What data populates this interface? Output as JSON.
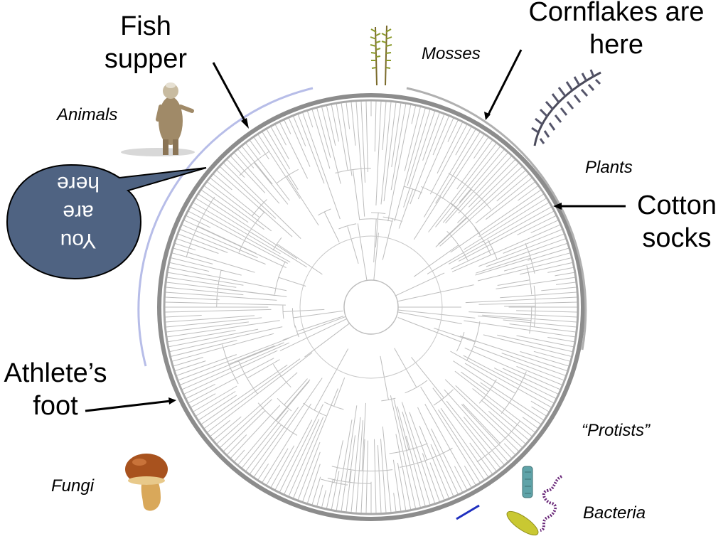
{
  "callouts": {
    "fish_supper": "Fish\nsupper",
    "cornflakes": "Cornflakes are\nhere",
    "cotton_socks": "Cotton\nsocks",
    "athletes_foot": "Athlete’s\nfoot",
    "you_are_here": "You\nare\nhere"
  },
  "groups": {
    "mosses": "Mosses",
    "animals": "Animals",
    "plants": "Plants",
    "protists": "“Protists”",
    "fungi": "Fungi",
    "bacteria": "Bacteria"
  },
  "colors": {
    "tree_branch": "#bdbdbd",
    "tree_rim": "#8c8c8c",
    "animals_arc": "#b7bde8",
    "plants_arc": "#b0b0b0",
    "bubble": "#4f6382",
    "bacteria_marker": "#1f2fbf"
  },
  "images": {
    "moss": "moss-icon",
    "bear": "bear-icon",
    "fern": "fern-icon",
    "mushroom": "mushroom-icon",
    "bacteria": "bacteria-icon"
  }
}
